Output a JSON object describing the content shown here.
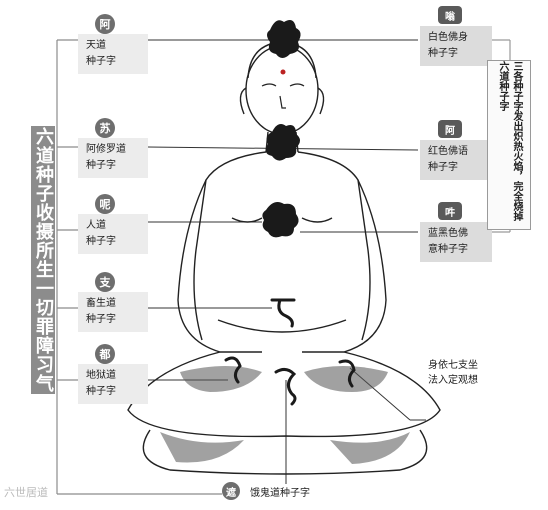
{
  "vertical_title": "六道种子收摄所生一切罪障习气",
  "left_items": [
    {
      "badge": "阿",
      "line1": "天道",
      "line2": "种子字"
    },
    {
      "badge": "苏",
      "line1": "阿修罗道",
      "line2": "种子字"
    },
    {
      "badge": "呢",
      "line1": "人道",
      "line2": "种子字"
    },
    {
      "badge": "支",
      "line1": "畜生道",
      "line2": "种子字"
    },
    {
      "badge": "都",
      "line1": "地狱道",
      "line2": "种子字"
    }
  ],
  "right_items": [
    {
      "badge": "嗡",
      "line1": "白色佛身",
      "line2": "种子字"
    },
    {
      "badge": "阿",
      "line1": "红色佛语",
      "line2": "种子字"
    },
    {
      "badge": "吽",
      "line1": "蓝黑色佛",
      "line2": "意种子字"
    }
  ],
  "right_bar_text": "三各种子字发出炽热火焰，完全烧掉六道种子字",
  "note": {
    "line1": "身依七支坐",
    "line2": "法入定观想"
  },
  "bottom": {
    "badge": "遮",
    "label": "饿鬼道种子字"
  },
  "watermark": "六世居道"
}
